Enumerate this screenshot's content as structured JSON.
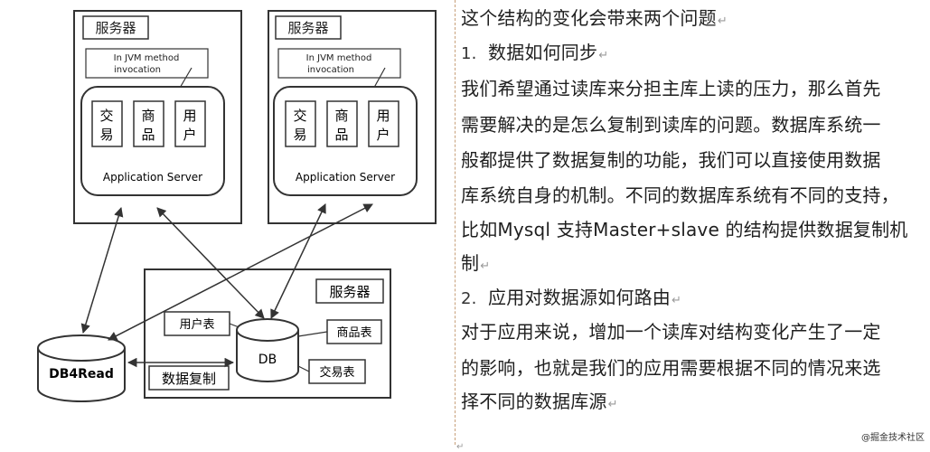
{
  "diagram": {
    "server_label": "服务器",
    "jvm_line1": "In JVM method",
    "jvm_line2": "invocation",
    "modules": [
      [
        "交",
        "易"
      ],
      [
        "商",
        "品"
      ],
      [
        "用",
        "户"
      ]
    ],
    "app_server": "Application Server",
    "db": "DB",
    "db4read": "DB4Read",
    "replication": "数据复制",
    "tables": {
      "user": "用户表",
      "product": "商品表",
      "trade": "交易表"
    }
  },
  "text": {
    "intro": "这个结构的变化会带来两个问题",
    "item1_num": "1.",
    "item1_title": "数据如何同步",
    "p1_lines": [
      "我们希望通过读库来分担主库上读的压力，那么首先",
      "需要解决的是怎么复制到读库的问题。数据库系统一",
      "般都提供了数据复制的功能，我们可以直接使用数据",
      "库系统自身的机制。不同的数据库系统有不同的支持，",
      "比如Mysql 支持Master+slave 的结构提供数据复制机",
      "制"
    ],
    "item2_num": "2.",
    "item2_title": "应用对数据源如何路由",
    "p2_lines": [
      "对于应用来说，增加一个读库对结构变化产生了一定",
      "的影响，也就是我们的应用需要根据不同的情况来选",
      "择不同的数据库源"
    ],
    "return_mark": "↵",
    "watermark": "@掘金技术社区"
  }
}
